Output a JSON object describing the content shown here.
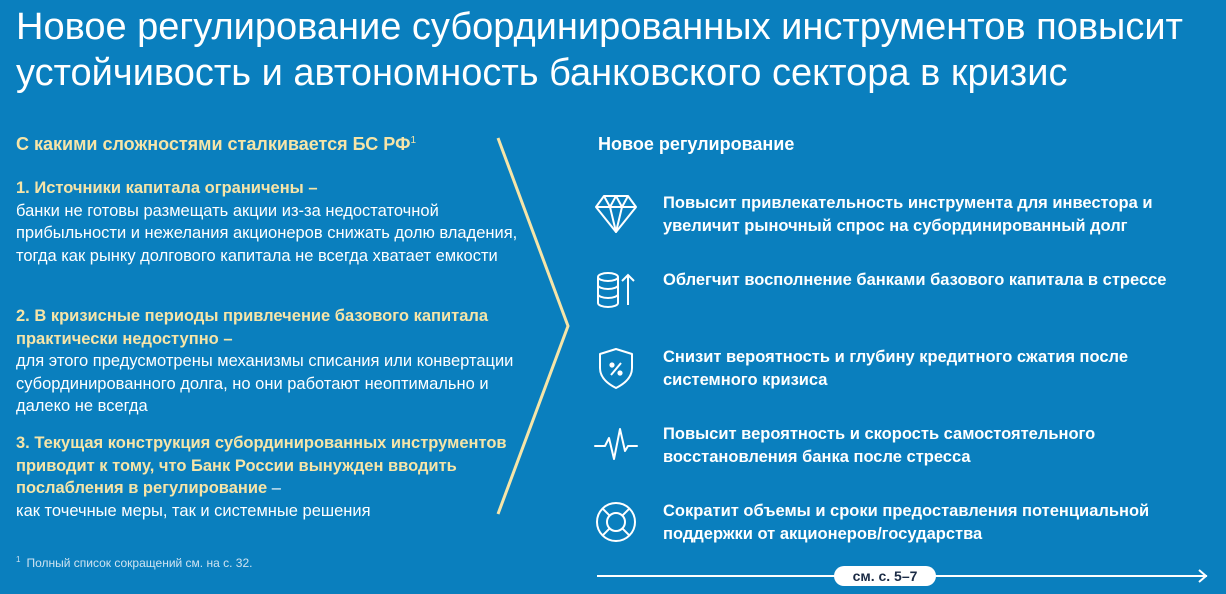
{
  "title": "Новое регулирование субординированных инструментов повысит устойчивость и автономность банковского сектора в кризис",
  "left": {
    "heading": "С какими сложностями сталкивается БС РФ",
    "heading_sup": "1",
    "items": [
      {
        "title": "1. Источники капитала ограничены –",
        "desc": "банки не готовы размещать акции из-за недостаточной прибыльности и нежелания акционеров снижать долю владения, тогда как рынку долгового капитала не всегда хватает емкости"
      },
      {
        "title": "2. В кризисные периоды привлечение базового капитала практически недоступно –",
        "desc": "для этого предусмотрены механизмы списания или конвертации субординированного долга, но они работают неоптимально и далеко не всегда"
      },
      {
        "title": "3. Текущая конструкция субординированных инструментов приводит к тому, что Банк России вынужден вводить послабления в регулирование",
        "dash": "–",
        "desc": "как точечные меры, так и системные решения"
      }
    ],
    "footnote_mark": "1",
    "footnote": "Полный список сокращений см. на с. 32."
  },
  "right": {
    "heading": "Новое регулирование",
    "items": [
      {
        "icon": "diamond-icon",
        "text": "Повысит привлекательность инструмента для инвестора и увеличит рыночный спрос на субординированный долг"
      },
      {
        "icon": "coins-up-icon",
        "text": "Облегчит восполнение банками базового капитала в стрессе"
      },
      {
        "icon": "shield-percent-icon",
        "text": "Снизит вероятность и глубину кредитного сжатия после системного кризиса"
      },
      {
        "icon": "pulse-icon",
        "text": "Повысит вероятность и скорость самостоятельного восстановления банка после стресса"
      },
      {
        "icon": "lifebuoy-icon",
        "text": "Сократит объемы и сроки предоставления потенциальной поддержки от акционеров/государства"
      }
    ],
    "see_pages": "см. с. 5–7"
  },
  "colors": {
    "background": "#0a7fbe",
    "accent_yellow": "#f6e5a8",
    "text": "#ffffff"
  }
}
